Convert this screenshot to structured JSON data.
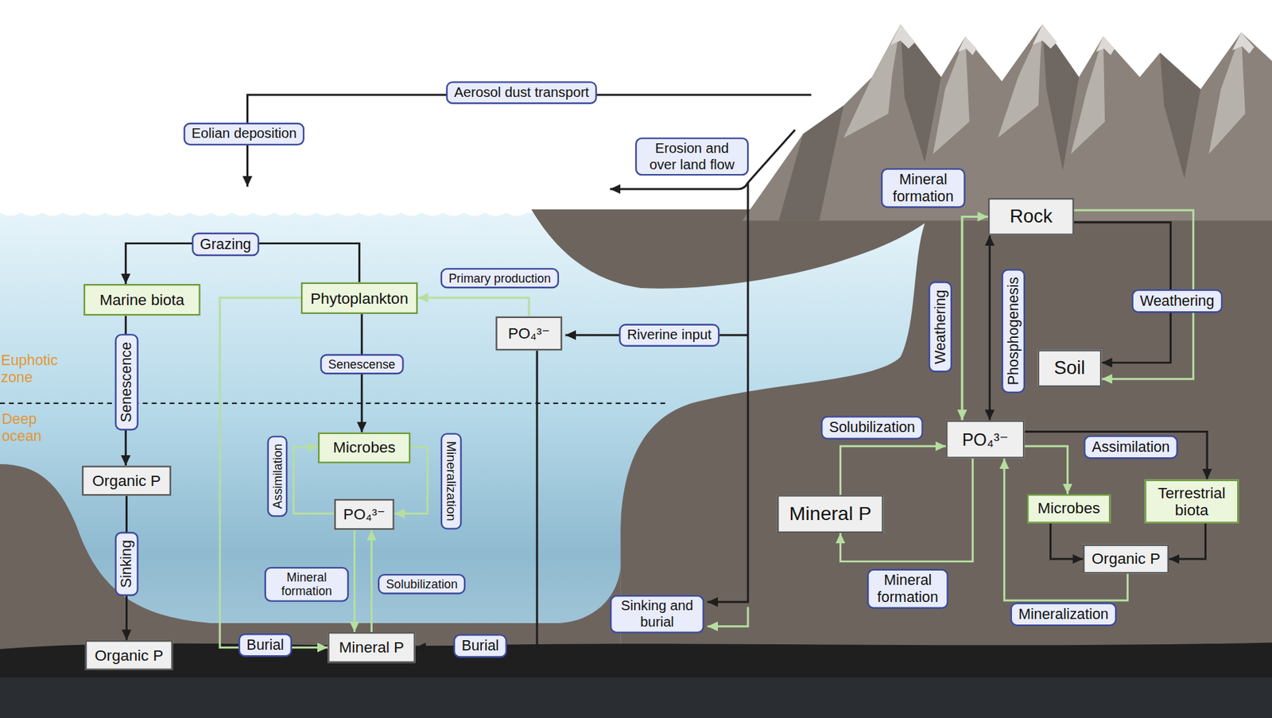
{
  "diagram": {
    "nodes": [
      {
        "text": [
          "Marine biota"
        ]
      },
      {
        "text": [
          "Phytoplankton"
        ]
      },
      {
        "text": [
          "PO₄³⁻"
        ]
      },
      {
        "text": [
          "Microbes"
        ]
      },
      {
        "text": [
          "Organic P"
        ]
      },
      {
        "text": [
          "PO₄³⁻"
        ]
      },
      {
        "text": [
          "Mineral P"
        ]
      },
      {
        "text": [
          "Organic P"
        ]
      },
      {
        "text": [
          "Rock"
        ]
      },
      {
        "text": [
          "Soil"
        ]
      },
      {
        "text": [
          "PO₄³⁻"
        ]
      },
      {
        "text": [
          "Mineral P"
        ]
      },
      {
        "text": [
          "Microbes"
        ]
      },
      {
        "text": [
          "Terrestrial biota"
        ]
      },
      {
        "text": [
          "Organic P"
        ]
      }
    ],
    "edges": [
      {
        "from": 1,
        "to": 0,
        "label": "Grazing",
        "arrow": "to"
      },
      {
        "from": 0,
        "to": 4,
        "label": "Senescence",
        "arrow": "to"
      },
      {
        "from": 4,
        "to": 7,
        "label": "Sinking",
        "arrow": "to"
      },
      {
        "from": 1,
        "to": 3,
        "label": "Senescense",
        "arrow": "to"
      },
      {
        "from": 3,
        "to": 5,
        "label": "Mineralization",
        "arrow": "to"
      },
      {
        "from": 5,
        "to": 3,
        "label": "Assimilation",
        "arrow": "to"
      },
      {
        "from": 5,
        "to": 6,
        "label": "Mineral formation",
        "arrow": "to"
      },
      {
        "from": 6,
        "to": 5,
        "label": "Solubilization",
        "arrow": "to"
      },
      {
        "from": 1,
        "to": 6,
        "label": "Burial",
        "arrow": "to"
      },
      {
        "from": 2,
        "to": 6,
        "label": "Burial",
        "arrow": "to"
      },
      {
        "from": 2,
        "to": 1,
        "label": "Primary production",
        "arrow": "to"
      },
      {
        "from": 8,
        "to": 9,
        "label": "Weathering",
        "arrow": "to"
      },
      {
        "from": 8,
        "to": 9,
        "arrow": "to"
      },
      {
        "from": 10,
        "to": 8,
        "label": "Phosphogenesis",
        "arrow": "both"
      },
      {
        "from": 10,
        "to": 8,
        "label": "Mineral formation",
        "arrow": "to"
      },
      {
        "from": 8,
        "to": 10,
        "label": "Weathering",
        "arrow": "to"
      },
      {
        "from": 10,
        "to": 13,
        "label": "Assimilation",
        "arrow": "to"
      },
      {
        "from": 10,
        "to": 12,
        "arrow": "to"
      },
      {
        "from": 12,
        "to": 14,
        "arrow": "to"
      },
      {
        "from": 13,
        "to": 14,
        "arrow": "to"
      },
      {
        "from": 14,
        "to": 10,
        "label": "Mineralization",
        "arrow": "to"
      },
      {
        "from": 10,
        "to": 11,
        "label": "Mineral formation",
        "arrow": "to"
      },
      {
        "from": 11,
        "to": 10,
        "label": "Solubilization",
        "arrow": "to"
      }
    ],
    "labels": [
      "Aerosol dust transport",
      "Eolian deposition",
      "Erosion and over land flow",
      "Riverine input",
      "Sinking and burial",
      "Euphotic zone",
      "Deep ocean"
    ]
  }
}
